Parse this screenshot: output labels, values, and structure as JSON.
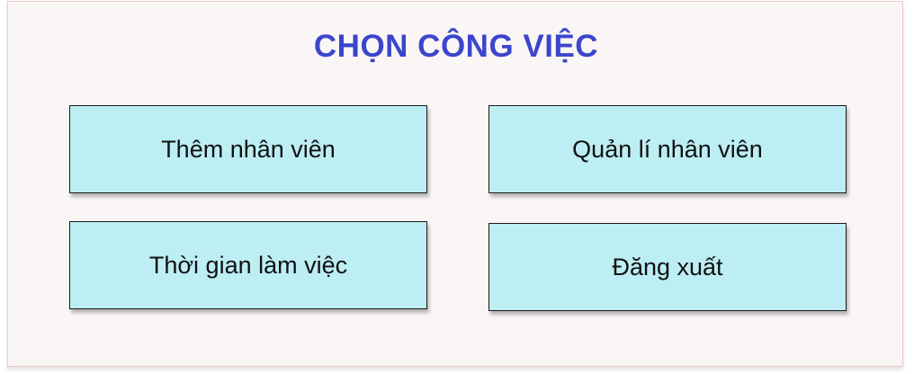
{
  "window": {
    "title": "CHỌN CÔNG VIỆC"
  },
  "menu": {
    "add_employee": "Thêm nhân viên",
    "manage_employees": "Quản lí nhân viên",
    "working_time": "Thời gian làm việc",
    "logout": "Đăng xuất"
  },
  "colors": {
    "title": "#3b46cc",
    "button_bg": "#bceef4",
    "panel_bg": "#fbf6f6",
    "panel_border": "#f0c8c8"
  }
}
